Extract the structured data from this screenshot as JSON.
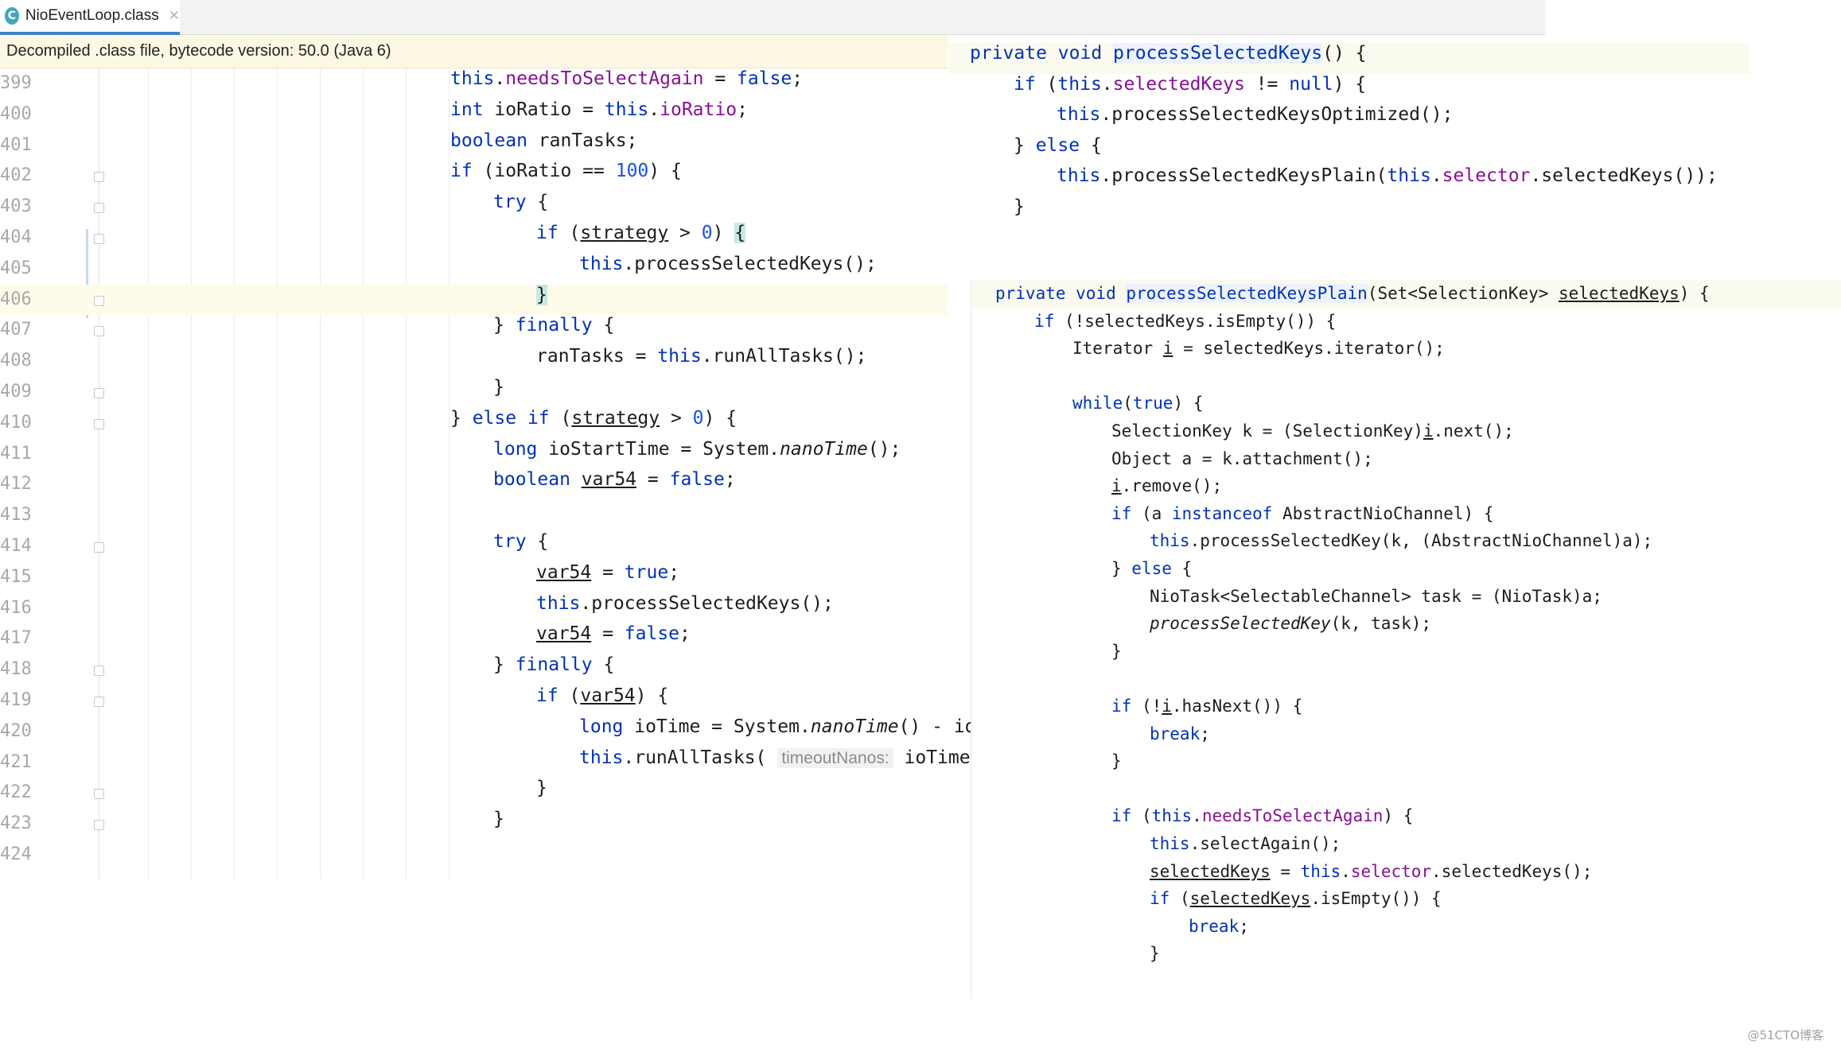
{
  "tab": {
    "label": "NioEventLoop.class",
    "icon_letter": "C"
  },
  "banner": {
    "text": "Decompiled .class file, bytecode version: 50.0 (Java 6)"
  },
  "left_editor": {
    "line_numbers": [
      "399",
      "400",
      "401",
      "402",
      "403",
      "404",
      "405",
      "406",
      "407",
      "408",
      "409",
      "410",
      "411",
      "412",
      "413",
      "414",
      "415",
      "416",
      "417",
      "418",
      "419",
      "420",
      "421",
      "422",
      "423",
      "424"
    ],
    "hint_label": "timeoutNanos:"
  },
  "right_top": {
    "lines": [
      "private void processSelectedKeys() {",
      "if (this.selectedKeys != null) {",
      "this.processSelectedKeysOptimized();",
      "} else {",
      "this.processSelectedKeysPlain(this.selector.selectedKeys());",
      "}"
    ]
  },
  "right_bottom": {
    "lines": [
      "private void processSelectedKeysPlain(Set<SelectionKey> selectedKeys) {",
      "if (!selectedKeys.isEmpty()) {",
      "Iterator i = selectedKeys.iterator();",
      "",
      "while(true) {",
      "SelectionKey k = (SelectionKey)i.next();",
      "Object a = k.attachment();",
      "i.remove();",
      "if (a instanceof AbstractNioChannel) {",
      "this.processSelectedKey(k, (AbstractNioChannel)a);",
      "} else {",
      "NioTask<SelectableChannel> task = (NioTask)a;",
      "processSelectedKey(k, task);",
      "}",
      "",
      "if (!i.hasNext()) {",
      "break;",
      "}",
      "",
      "if (this.needsToSelectAgain) {",
      "this.selectAgain();",
      "selectedKeys = this.selector.selectedKeys();",
      "if (selectedKeys.isEmpty()) {",
      "break;",
      "}"
    ]
  },
  "watermark": "@51CTO博客"
}
